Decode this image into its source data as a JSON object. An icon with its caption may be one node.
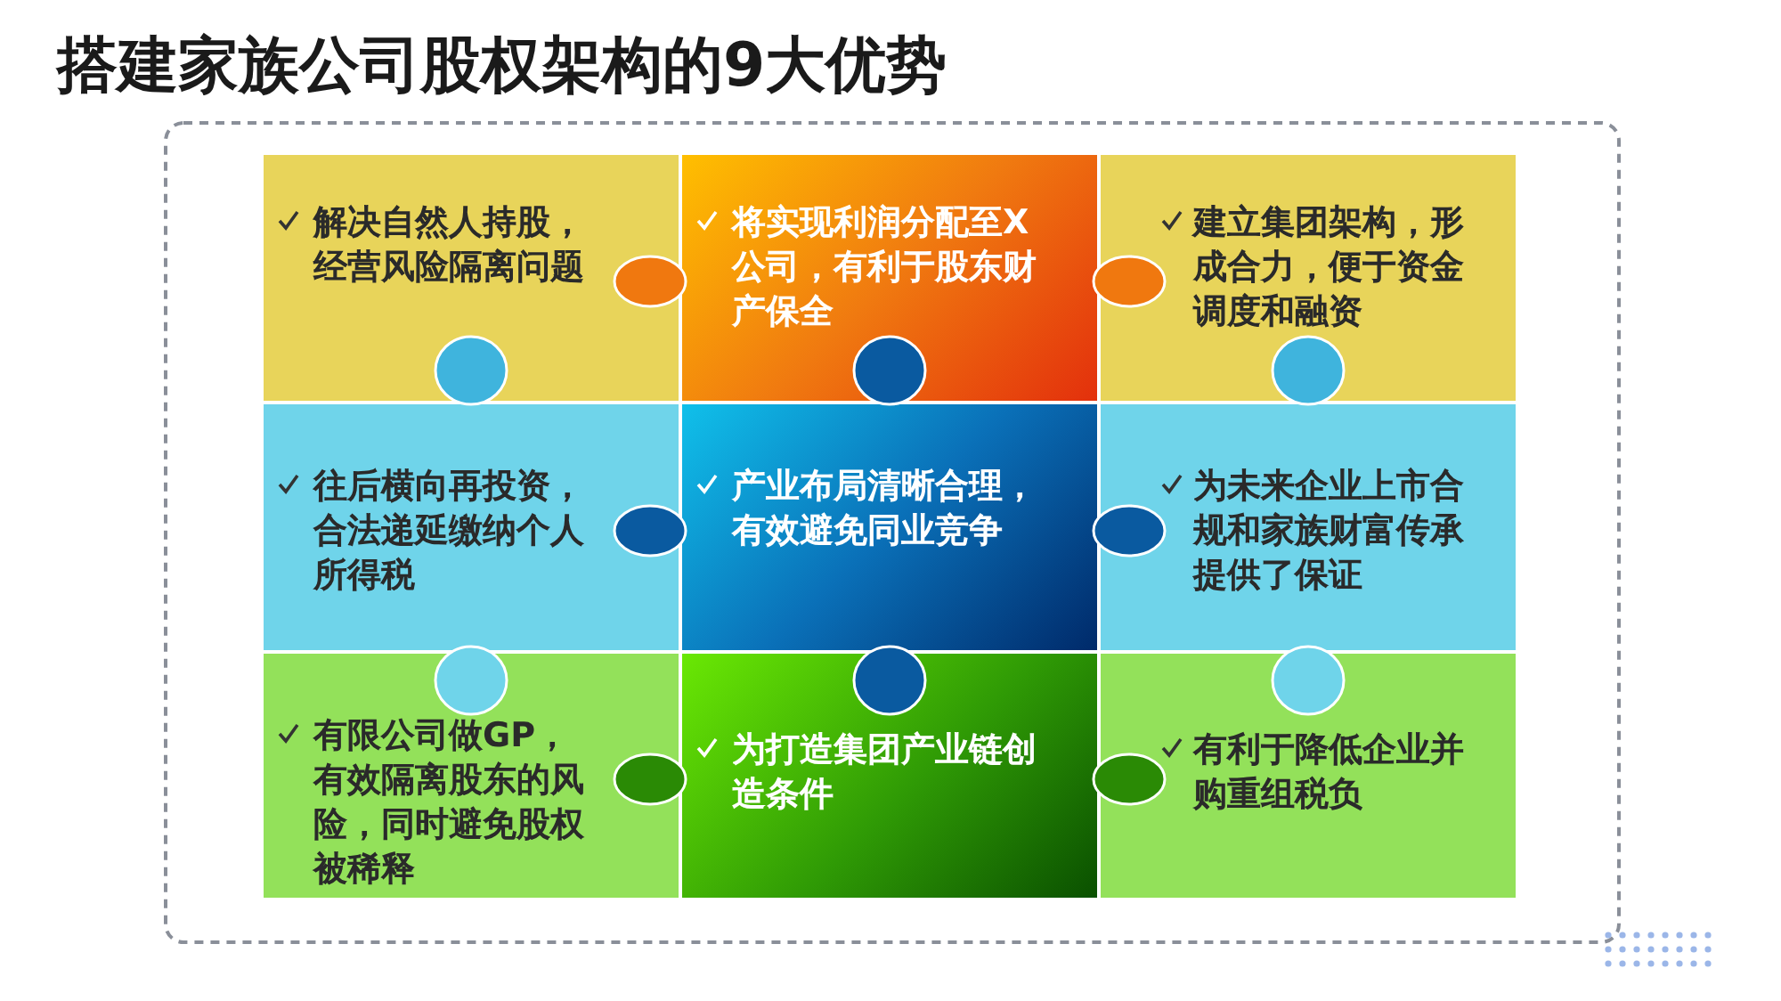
{
  "diagram": {
    "title": "搭建家族公司股权架构的9大优势",
    "nodes": [
      {
        "text": [
          "解决自然人持股，经营风险隔离问题"
        ]
      },
      {
        "text": [
          "将实现利润分配至X公司，有利于股东财产保全"
        ]
      },
      {
        "text": [
          "建立集团架构，形成合力，便于资金调度和融资"
        ]
      },
      {
        "text": [
          "往后横向再投资，合法递延缴纳个人所得税"
        ]
      },
      {
        "text": [
          "产业布局清晰合理，有效避免同业竞争"
        ]
      },
      {
        "text": [
          "为未来企业上市合规和家族财富传承提供了保证"
        ]
      },
      {
        "text": [
          "有限公司做GP，有效隔离股东的风险，同时避免股权被稀释"
        ]
      },
      {
        "text": [
          "为打造集团产业链创造条件"
        ]
      },
      {
        "text": [
          "有利于降低企业并购重组税负"
        ]
      }
    ]
  }
}
